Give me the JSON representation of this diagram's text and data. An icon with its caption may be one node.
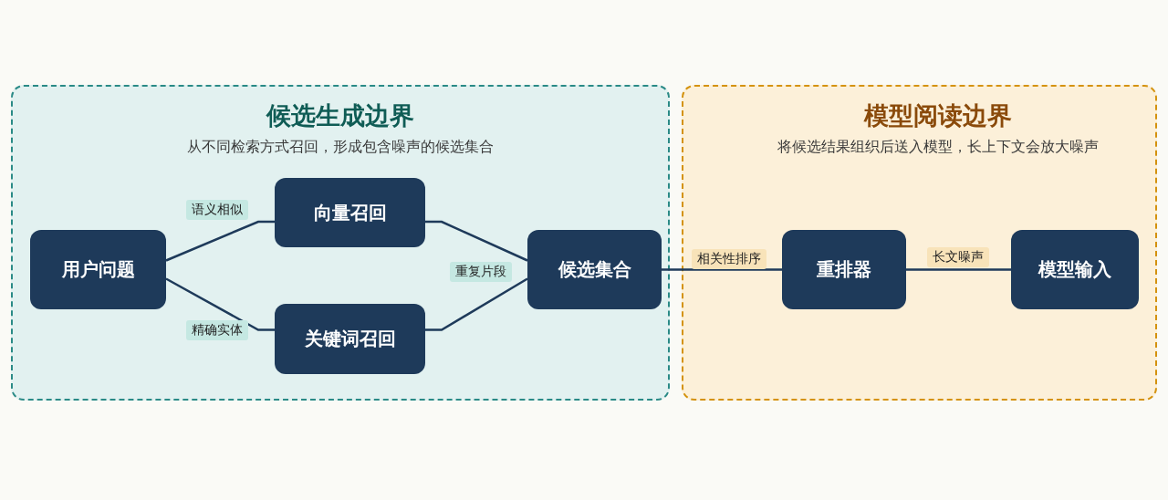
{
  "diagram": {
    "nodes": [
      {
        "text": [
          "候选生成边界",
          "从不同检索方式召回，形成包含噪声的候选集合"
        ]
      },
      {
        "text": [
          "模型阅读边界",
          "将候选结果组织后送入模型，长上下文会放大噪声"
        ]
      },
      {
        "text": [
          "用户问题"
        ],
        "in": 0
      },
      {
        "text": [
          "向量召回"
        ],
        "in": 0
      },
      {
        "text": [
          "关键词召回"
        ],
        "in": 0
      },
      {
        "text": [
          "候选集合"
        ],
        "in": 0
      },
      {
        "text": [
          "重排器"
        ],
        "in": 1
      },
      {
        "text": [
          "模型输入"
        ],
        "in": 1
      }
    ],
    "edges": [
      {
        "from": 2,
        "to": 3,
        "arrow": "none",
        "label": "语义相似"
      },
      {
        "from": 2,
        "to": 4,
        "arrow": "none",
        "label": "精确实体"
      },
      {
        "from": 3,
        "to": 5,
        "arrow": "none",
        "label": "重复片段"
      },
      {
        "from": 4,
        "to": 5,
        "arrow": "none"
      },
      {
        "from": 5,
        "to": 6,
        "arrow": "none",
        "label": "相关性排序"
      },
      {
        "from": 6,
        "to": 7,
        "arrow": "none",
        "label": "长文噪声"
      }
    ]
  }
}
